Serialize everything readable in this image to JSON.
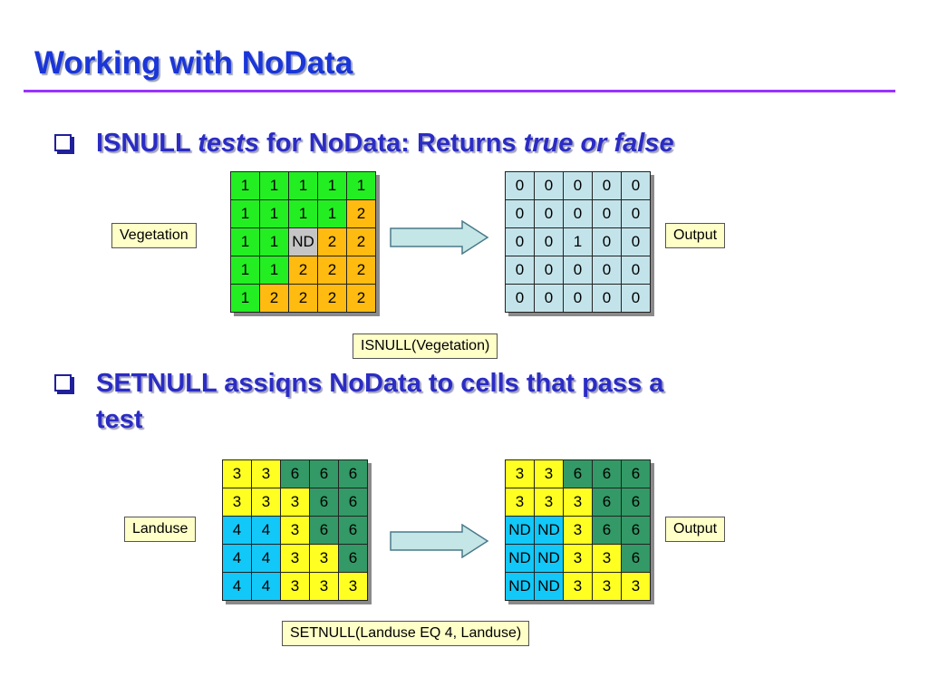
{
  "slide": {
    "title": "Working with NoData",
    "bullet1": {
      "keyword": "ISNULL",
      "italic1": "tests",
      "mid": "for NoData: Returns",
      "italic2": "true or false"
    },
    "bullet2": {
      "line1": "SETNULL assiqns NoData to cells that pass a",
      "line2": "test"
    }
  },
  "isnull": {
    "input_label": "Vegetation",
    "output_label": "Output",
    "function_label": "ISNULL(Vegetation)",
    "input_grid": [
      [
        "1",
        "1",
        "1",
        "1",
        "1"
      ],
      [
        "1",
        "1",
        "1",
        "1",
        "2"
      ],
      [
        "1",
        "1",
        "ND",
        "2",
        "2"
      ],
      [
        "1",
        "1",
        "2",
        "2",
        "2"
      ],
      [
        "1",
        "2",
        "2",
        "2",
        "2"
      ]
    ],
    "output_grid": [
      [
        "0",
        "0",
        "0",
        "0",
        "0"
      ],
      [
        "0",
        "0",
        "0",
        "0",
        "0"
      ],
      [
        "0",
        "0",
        "1",
        "0",
        "0"
      ],
      [
        "0",
        "0",
        "0",
        "0",
        "0"
      ],
      [
        "0",
        "0",
        "0",
        "0",
        "0"
      ]
    ]
  },
  "setnull": {
    "input_label": "Landuse",
    "output_label": "Output",
    "function_label": "SETNULL(Landuse EQ 4, Landuse)",
    "input_grid": [
      [
        "3",
        "3",
        "6",
        "6",
        "6"
      ],
      [
        "3",
        "3",
        "3",
        "6",
        "6"
      ],
      [
        "4",
        "4",
        "3",
        "6",
        "6"
      ],
      [
        "4",
        "4",
        "3",
        "3",
        "6"
      ],
      [
        "4",
        "4",
        "3",
        "3",
        "3"
      ]
    ],
    "output_grid": [
      [
        "3",
        "3",
        "6",
        "6",
        "6"
      ],
      [
        "3",
        "3",
        "3",
        "6",
        "6"
      ],
      [
        "ND",
        "ND",
        "3",
        "6",
        "6"
      ],
      [
        "ND",
        "ND",
        "3",
        "3",
        "6"
      ],
      [
        "ND",
        "ND",
        "3",
        "3",
        "3"
      ]
    ]
  },
  "colors": {
    "title": "#1a35d8",
    "rule": "#9933ff",
    "bullet": "#2b2cc4",
    "value_1": "#22ee22",
    "value_2": "#ffbb10",
    "value_nodata_input": "#c5c5c5",
    "value_0": "#c3e3ea",
    "value_3": "#ffff22",
    "value_4": "#12c8f8",
    "value_6": "#339966",
    "label_fill": "#ffffc8"
  }
}
